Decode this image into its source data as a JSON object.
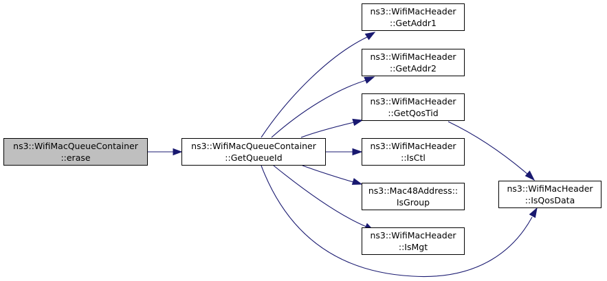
{
  "graph": {
    "nodes": [
      {
        "id": "erase",
        "lines": [
          "ns3::WifiMacQueueContainer",
          "::erase"
        ],
        "highlighted": true
      },
      {
        "id": "getqueueid",
        "lines": [
          "ns3::WifiMacQueueContainer",
          "::GetQueueId"
        ]
      },
      {
        "id": "getaddr1",
        "lines": [
          "ns3::WifiMacHeader",
          "::GetAddr1"
        ]
      },
      {
        "id": "getaddr2",
        "lines": [
          "ns3::WifiMacHeader",
          "::GetAddr2"
        ]
      },
      {
        "id": "getqostid",
        "lines": [
          "ns3::WifiMacHeader",
          "::GetQosTid"
        ]
      },
      {
        "id": "isctl",
        "lines": [
          "ns3::WifiMacHeader",
          "::IsCtl"
        ]
      },
      {
        "id": "isgroup",
        "lines": [
          "ns3::Mac48Address::",
          "IsGroup"
        ]
      },
      {
        "id": "ismgt",
        "lines": [
          "ns3::WifiMacHeader",
          "::IsMgt"
        ]
      },
      {
        "id": "isqosdata",
        "lines": [
          "ns3::WifiMacHeader",
          "::IsQosData"
        ]
      }
    ],
    "edges": [
      {
        "from": "erase",
        "to": "getqueueid"
      },
      {
        "from": "getqueueid",
        "to": "getaddr1"
      },
      {
        "from": "getqueueid",
        "to": "getaddr2"
      },
      {
        "from": "getqueueid",
        "to": "getqostid"
      },
      {
        "from": "getqueueid",
        "to": "isctl"
      },
      {
        "from": "getqueueid",
        "to": "isgroup"
      },
      {
        "from": "getqueueid",
        "to": "ismgt"
      },
      {
        "from": "getqueueid",
        "to": "isqosdata"
      },
      {
        "from": "getqostid",
        "to": "isqosdata"
      }
    ],
    "colors": {
      "edge": "#191970",
      "highlight_fill": "#bfbfbf",
      "node_border": "#000000"
    }
  }
}
